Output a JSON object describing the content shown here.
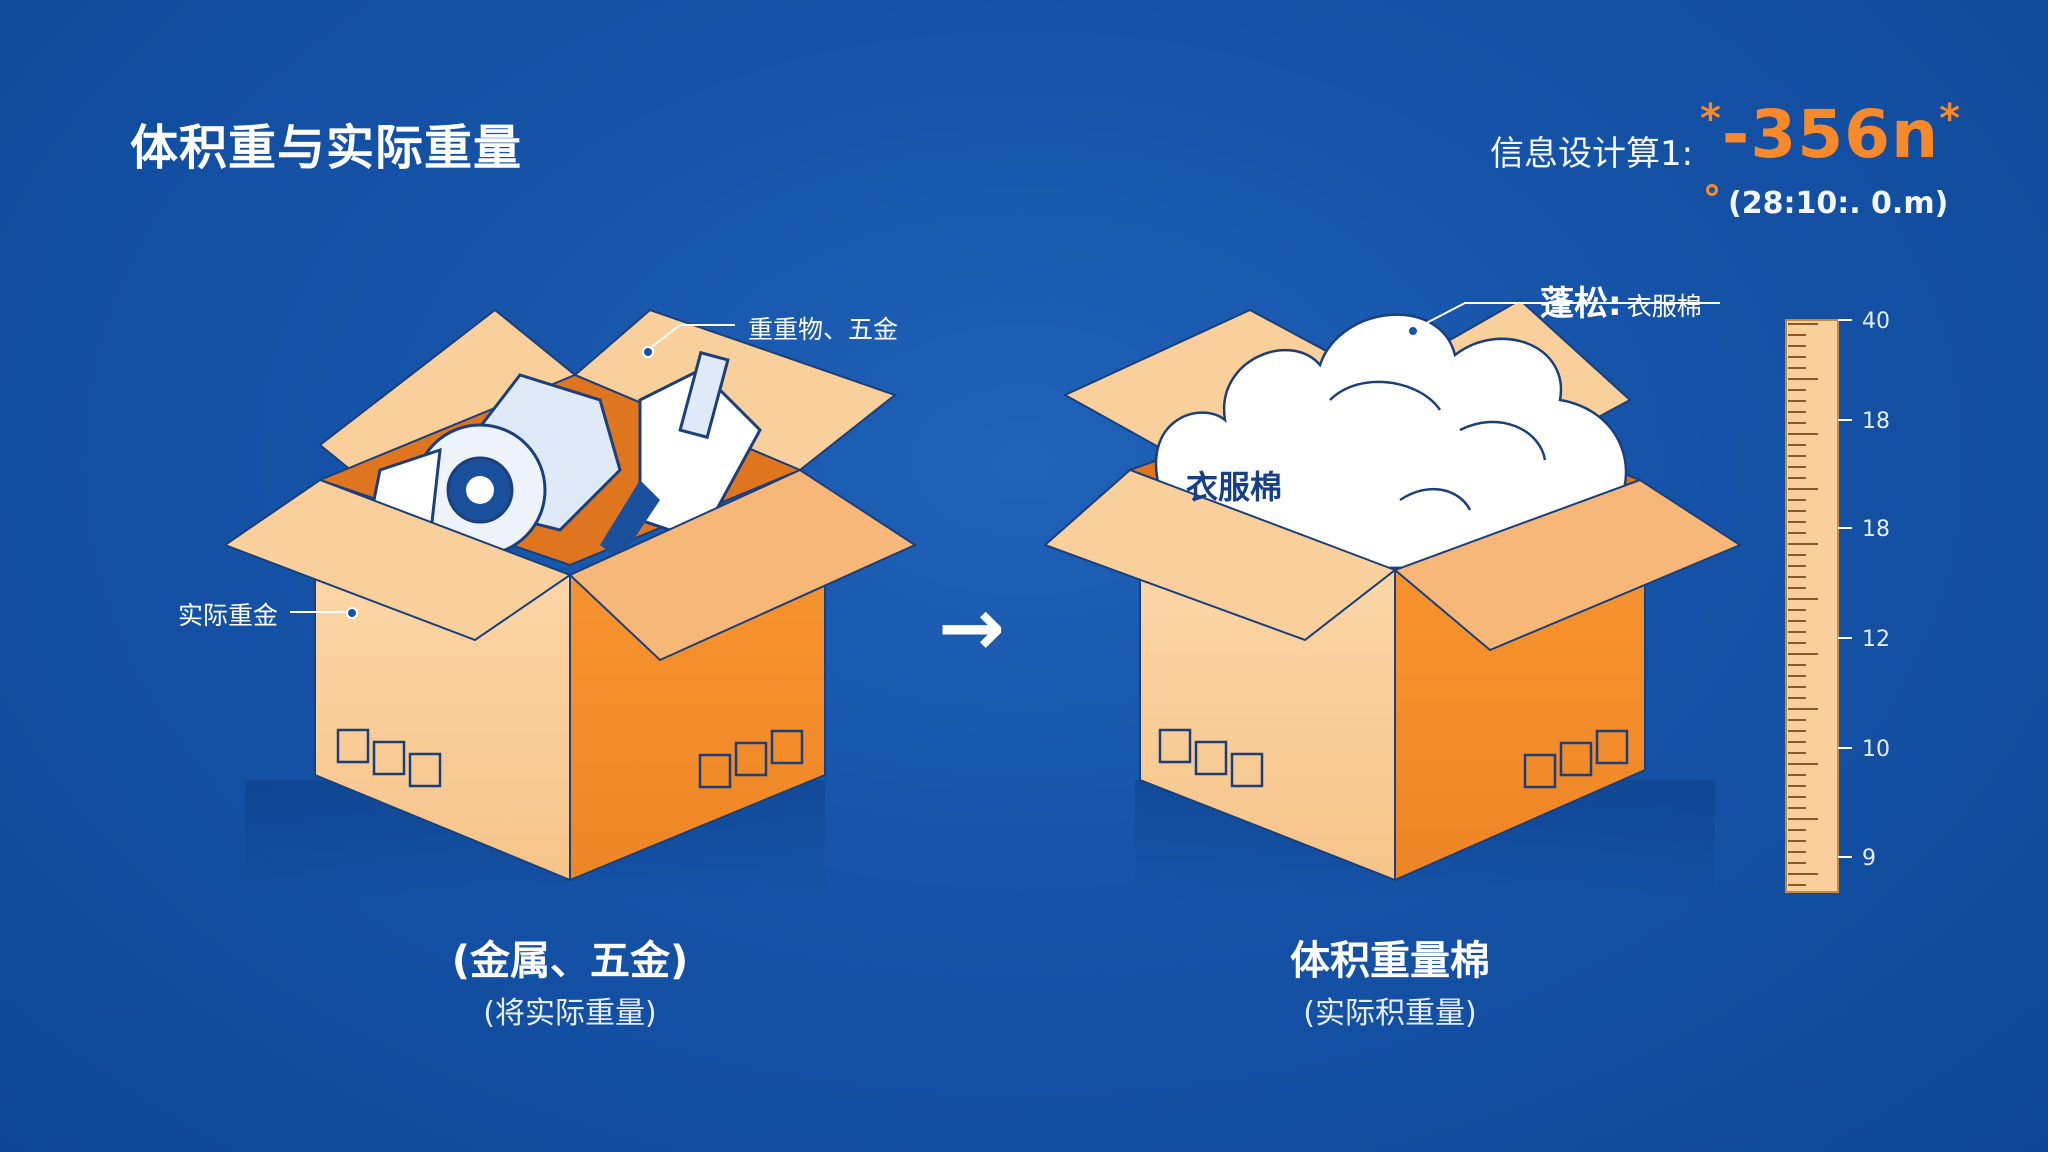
{
  "title": "体积重与实际重量",
  "calc": {
    "label": "信息设计算1:",
    "value": "-356n",
    "sub": "(28:10:. 0.m)"
  },
  "left_box": {
    "callout_top": "重重物、五金",
    "callout_side": "实际重金",
    "caption": "(金属、五金)",
    "caption_sub": "(将实际重量)"
  },
  "right_box": {
    "callout_top_main": "蓬松:",
    "callout_top_rest": "衣服棉",
    "cloud_label": "衣服棉",
    "caption": "体积重量棉",
    "caption_sub": "(实际积重量)"
  },
  "ruler": {
    "labels": [
      "40",
      "18",
      "18",
      "12",
      "10",
      "9"
    ]
  },
  "colors": {
    "background": "#1553a8",
    "accent": "#f7892a",
    "box_light": "#f9cf9b",
    "box_dark": "#f0892b"
  }
}
